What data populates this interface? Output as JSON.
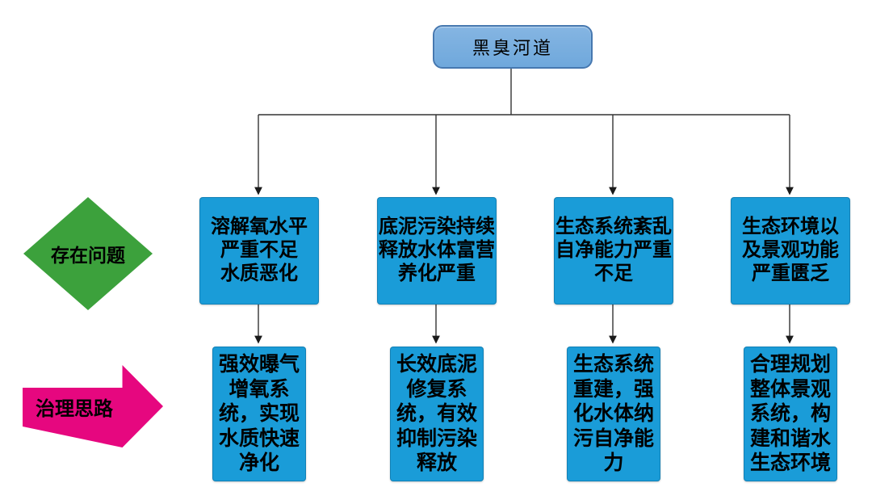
{
  "root": {
    "label": "黑臭河道"
  },
  "row_labels": {
    "problems": "存在问题",
    "solutions": "治理思路"
  },
  "problems": [
    {
      "text": "溶解氧水平\n严重不足\n水质恶化"
    },
    {
      "text": "底泥污染持续\n释放水体富营\n养化严重"
    },
    {
      "text": "生态系统紊乱\n自净能力严重\n不足"
    },
    {
      "text": "生态环境以\n及景观功能\n严重匮乏"
    }
  ],
  "solutions": [
    {
      "text": "强效曝气\n增氧系\n统，实现\n水质快速\n净化"
    },
    {
      "text": "长效底泥\n修复系\n统，有效\n抑制污染\n释放"
    },
    {
      "text": "生态系统\n重建，强\n化水体纳\n污自净能\n力"
    },
    {
      "text": "合理规划\n整体景观\n系统，构\n建和谐水\n生态环境"
    }
  ],
  "colors": {
    "root_fill": "#6FA8DC",
    "root_border": "#4678B0",
    "box_fill": "#1A9CD8",
    "diamond_fill": "#3CA13C",
    "arrow_fill": "#E6077F",
    "connector": "#333333",
    "text": "#000000"
  }
}
